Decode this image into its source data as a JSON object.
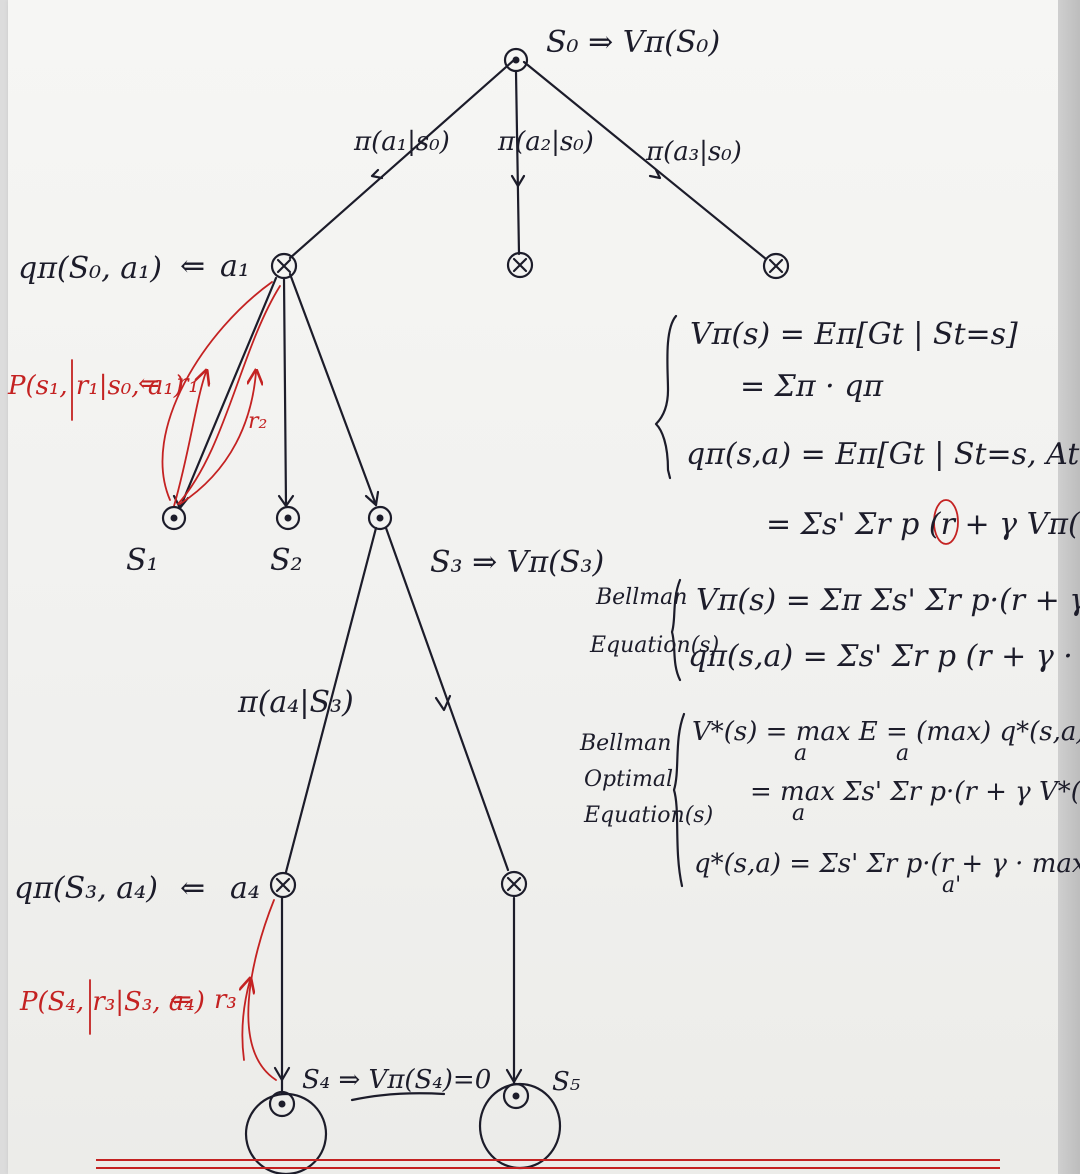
{
  "tree": {
    "root": {
      "state": "S₀",
      "value": "S₀ ⇒ Vπ(S₀)"
    },
    "top_edges": [
      "π(a₁|s₀)",
      "π(a₂|s₀)",
      "π(a₃|s₀)"
    ],
    "action_a1": {
      "label": "a₁",
      "q": "qπ(S₀, a₁)"
    },
    "transition_a1": {
      "prob": "P(s₁, r₁|s₀, a₁)",
      "r1": "r₁",
      "r2": "r₂"
    },
    "states_level2": [
      "S₁",
      "S₂"
    ],
    "s3": {
      "value": "S₃ ⇒ Vπ(S₃)"
    },
    "edge_a4": "π(a₄|S₃)",
    "action_a4": {
      "label": "a₄",
      "q": "qπ(S₃, a₄)"
    },
    "transition_a4": {
      "prob": "P(S₄, r₃|S₃, a₄)",
      "r3": "r₃"
    },
    "terminal_s4": "S₄ ⇒ Vπ(S₄)=0",
    "terminal_s5": "S₅"
  },
  "definitions": {
    "v_def": "Vπ(s) = Eπ[Gt | St=s]",
    "v_sum": "= Σπ · qπ",
    "q_def": "qπ(s,a) = Eπ[Gt | St=s, At=a]",
    "q_sum": "= Σs' Σr p (r + γ Vπ(s'))"
  },
  "bellman": {
    "label_1": "Bellman",
    "label_2": "Equation(s)",
    "v_eq": "Vπ(s) = Σπ Σs' Σr p·(r + γ Vπ(s'))",
    "q_eq": "qπ(s,a) = Σs' Σr p (r + γ · Σπ' qπ(s',a'))"
  },
  "bellman_optimal": {
    "label_1": "Bellman",
    "label_2": "Optimal",
    "label_3": "Equation(s)",
    "v_eq": "V*(s) = max E = (max) q*(s,a)",
    "v_eq_sub": "a",
    "v_eq_sub2": "a",
    "v_eq2": "= max Σs' Σr p·(r + γ V*(s'))",
    "v_eq2_sub": "a",
    "q_eq": "q*(s,a) = Σs' Σr p·(r + γ · max q*(s',a'))",
    "q_eq_sub": "a'"
  },
  "colors": {
    "ink": "#1c1c2a",
    "red_ink": "#c42222",
    "paper": "#f3f3f1"
  }
}
